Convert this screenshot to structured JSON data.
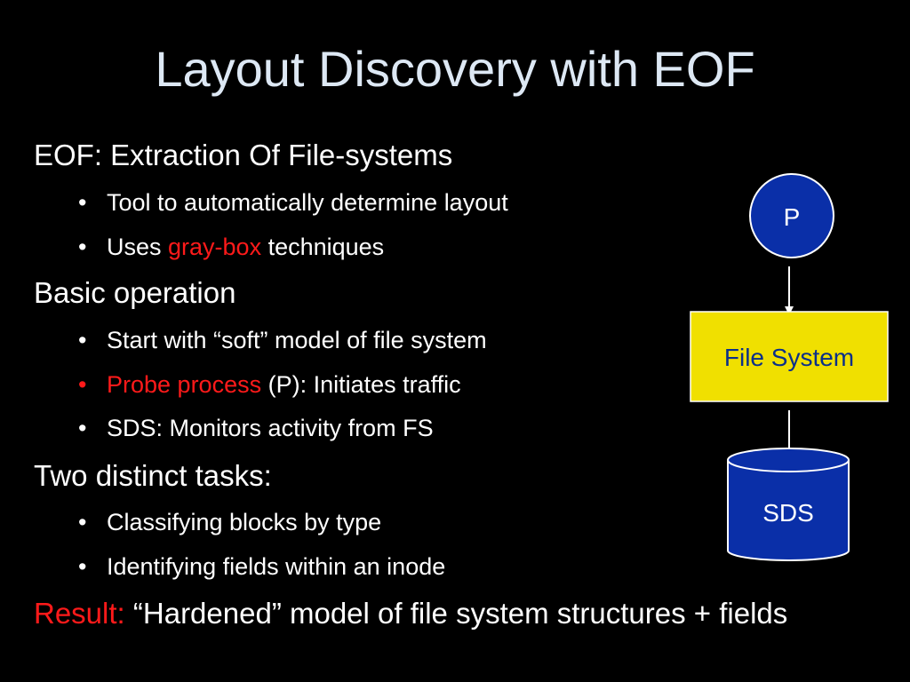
{
  "title": "Layout Discovery with EOF",
  "items": [
    {
      "level": 1,
      "text": "EOF: Extraction Of File-systems"
    },
    {
      "level": 2,
      "text": "Tool to automatically determine layout"
    },
    {
      "level": 2,
      "prefix": "Uses ",
      "highlight": "gray-box",
      "suffix": " techniques"
    },
    {
      "level": 1,
      "text": "Basic operation"
    },
    {
      "level": 2,
      "text": "Start with “soft” model of file system"
    },
    {
      "level": 2,
      "highlight": "Probe process",
      "suffix": " (P): Initiates traffic"
    },
    {
      "level": 2,
      "text": "SDS: Monitors activity from FS"
    },
    {
      "level": 1,
      "text": "Two distinct tasks:"
    },
    {
      "level": 2,
      "text": "Classifying blocks by type"
    },
    {
      "level": 2,
      "text": "Identifying fields within an inode"
    }
  ],
  "result": {
    "label": "Result:",
    "text": "“Hardened” model of file system structures + fields"
  },
  "diagram": {
    "process_label": "P",
    "filesystem_label": "File System",
    "storage_label": "SDS"
  },
  "colors": {
    "background": "#000000",
    "title": "#dde8f4",
    "highlight": "#ff1a1a",
    "circle_fill": "#0a2fa8",
    "box_fill": "#f0e000",
    "box_text": "#0a2f8a",
    "cylinder_fill": "#0a2fa8"
  }
}
